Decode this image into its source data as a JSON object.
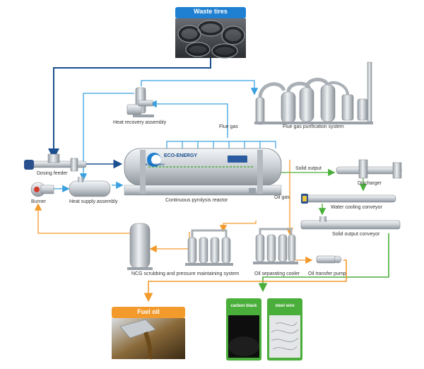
{
  "title_box": {
    "label": "Waste tires"
  },
  "components": {
    "heat_recovery": "Heat recovery assembly",
    "flue_gas": "Flue gas",
    "flue_gas_purification": "Flue gas purification system",
    "dosing_feeder": "Dosing feeder",
    "burner": "Burner",
    "heat_supply": "Heat supply assembly",
    "reactor": "Continuous pyrolysis reactor",
    "reactor_brand": "ECO-ENERGY",
    "reactor_brand_small": "ECO-ENERGY",
    "solid_output": "Solid output",
    "oil_gas": "Oil gas",
    "discharger": "Discharger",
    "water_cooling": "Water cooling conveyor",
    "solid_output_conveyor": "Solid output conveyor",
    "ncg_scrubbing": "NCG scrubbing and pressure maintaining system",
    "oil_separating": "Oil separating cooler",
    "oil_transfer": "Oil transfer pump"
  },
  "products": {
    "fuel_oil": "Fuel oil",
    "carbon_black": "carbon black",
    "steel_wire": "steel wire"
  },
  "colors": {
    "accent_blue": "#1f7fd0",
    "dark_blue": "#1b4f8f",
    "light_blue": "#5ab4e8",
    "orange": "#f39a2c",
    "green": "#4aae3a"
  }
}
